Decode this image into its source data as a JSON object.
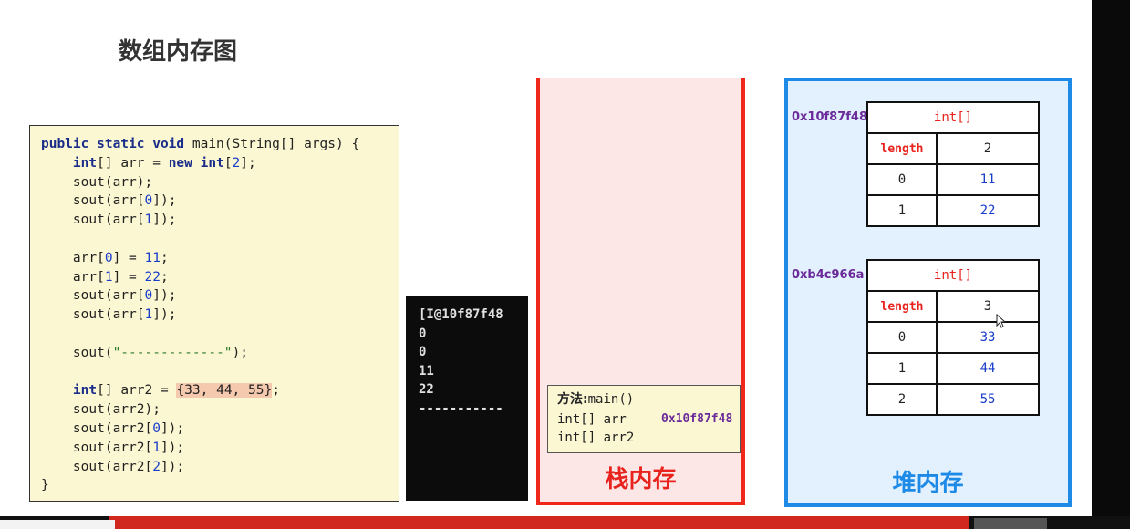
{
  "title": "数组内存图",
  "code": {
    "lines": [
      [
        {
          "t": "public static void",
          "c": "kw"
        },
        {
          "t": " main(String[] args) {"
        }
      ],
      [
        {
          "t": "    "
        },
        {
          "t": "int",
          "c": "kw"
        },
        {
          "t": "[] arr = "
        },
        {
          "t": "new int",
          "c": "kw"
        },
        {
          "t": "["
        },
        {
          "t": "2",
          "c": "num"
        },
        {
          "t": "];"
        }
      ],
      [
        {
          "t": "    sout(arr);"
        }
      ],
      [
        {
          "t": "    sout(arr["
        },
        {
          "t": "0",
          "c": "num"
        },
        {
          "t": "]);"
        }
      ],
      [
        {
          "t": "    sout(arr["
        },
        {
          "t": "1",
          "c": "num"
        },
        {
          "t": "]);"
        }
      ],
      [],
      [
        {
          "t": "    arr["
        },
        {
          "t": "0",
          "c": "num"
        },
        {
          "t": "] = "
        },
        {
          "t": "11",
          "c": "num"
        },
        {
          "t": ";"
        }
      ],
      [
        {
          "t": "    arr["
        },
        {
          "t": "1",
          "c": "num"
        },
        {
          "t": "] = "
        },
        {
          "t": "22",
          "c": "num"
        },
        {
          "t": ";"
        }
      ],
      [
        {
          "t": "    sout(arr["
        },
        {
          "t": "0",
          "c": "num"
        },
        {
          "t": "]);"
        }
      ],
      [
        {
          "t": "    sout(arr["
        },
        {
          "t": "1",
          "c": "num"
        },
        {
          "t": "]);"
        }
      ],
      [],
      [
        {
          "t": "    sout("
        },
        {
          "t": "\"-------------\"",
          "c": "str"
        },
        {
          "t": ");"
        }
      ],
      [],
      [
        {
          "t": "    "
        },
        {
          "t": "int",
          "c": "kw"
        },
        {
          "t": "[] arr2 = "
        },
        {
          "t": "{33, 44, 55}",
          "c": "arrhl"
        },
        {
          "t": ";"
        }
      ],
      [
        {
          "t": "    sout(arr2);"
        }
      ],
      [
        {
          "t": "    sout(arr2["
        },
        {
          "t": "0",
          "c": "num"
        },
        {
          "t": "]);"
        }
      ],
      [
        {
          "t": "    sout(arr2["
        },
        {
          "t": "1",
          "c": "num"
        },
        {
          "t": "]);"
        }
      ],
      [
        {
          "t": "    sout(arr2["
        },
        {
          "t": "2",
          "c": "num"
        },
        {
          "t": "]);"
        }
      ],
      [
        {
          "t": "}"
        }
      ]
    ]
  },
  "console": {
    "lines": [
      "[I@10f87f48",
      "0",
      "0",
      "11",
      "22",
      "-----------"
    ]
  },
  "stack": {
    "label": "栈内存",
    "frame": {
      "method_label": "方法:",
      "method_name": "main()",
      "var1": "int[] arr",
      "var1_addr": "0x10f87f48",
      "var2": "int[] arr2"
    }
  },
  "heap": {
    "label": "堆内存",
    "arrays": [
      {
        "address": "0x10f87f48",
        "type": "int[]",
        "length_label": "length",
        "length": "2",
        "cells": [
          {
            "index": "0",
            "value": "11"
          },
          {
            "index": "1",
            "value": "22"
          }
        ]
      },
      {
        "address": "0xb4c966a",
        "type": "int[]",
        "length_label": "length",
        "length": "3",
        "cells": [
          {
            "index": "0",
            "value": "33"
          },
          {
            "index": "1",
            "value": "44"
          },
          {
            "index": "2",
            "value": "55"
          }
        ]
      }
    ]
  },
  "colors": {
    "stack_border": "#f0281b",
    "heap_border": "#1e8ae8",
    "address": "#6a2a9a",
    "value": "#1a3ec9"
  }
}
